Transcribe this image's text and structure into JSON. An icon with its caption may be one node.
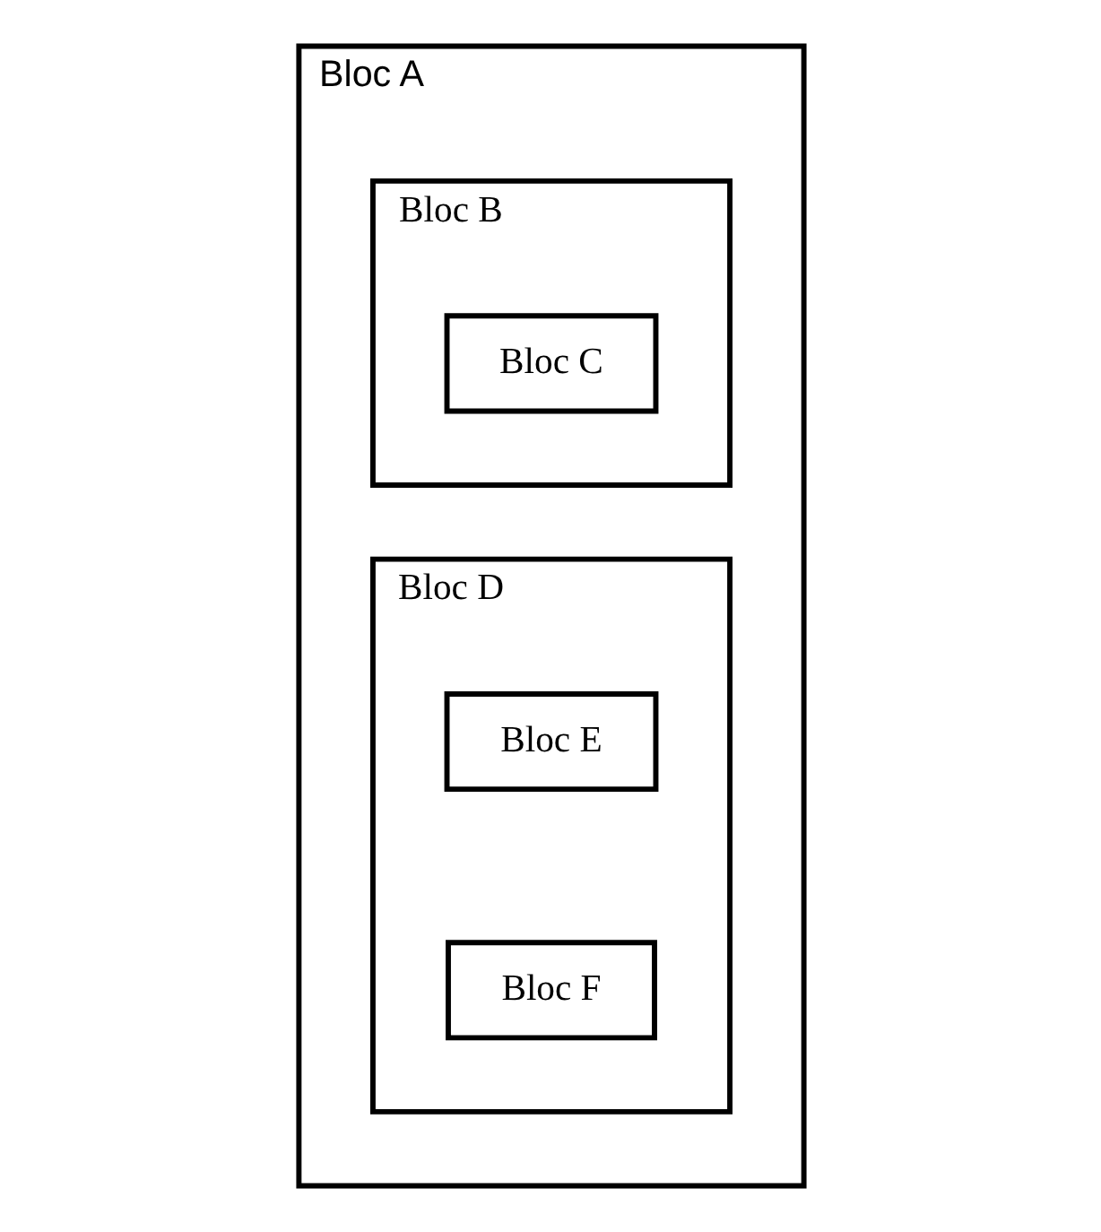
{
  "diagram": {
    "nodes": [
      {
        "text": [
          "Bloc A"
        ]
      },
      {
        "text": [
          "Bloc B"
        ],
        "in": 0
      },
      {
        "text": [
          "Bloc C"
        ],
        "in": 1
      },
      {
        "text": [
          "Bloc D"
        ],
        "in": 0
      },
      {
        "text": [
          "Bloc E"
        ],
        "in": 3
      },
      {
        "text": [
          "Bloc F"
        ],
        "in": 3
      }
    ]
  }
}
